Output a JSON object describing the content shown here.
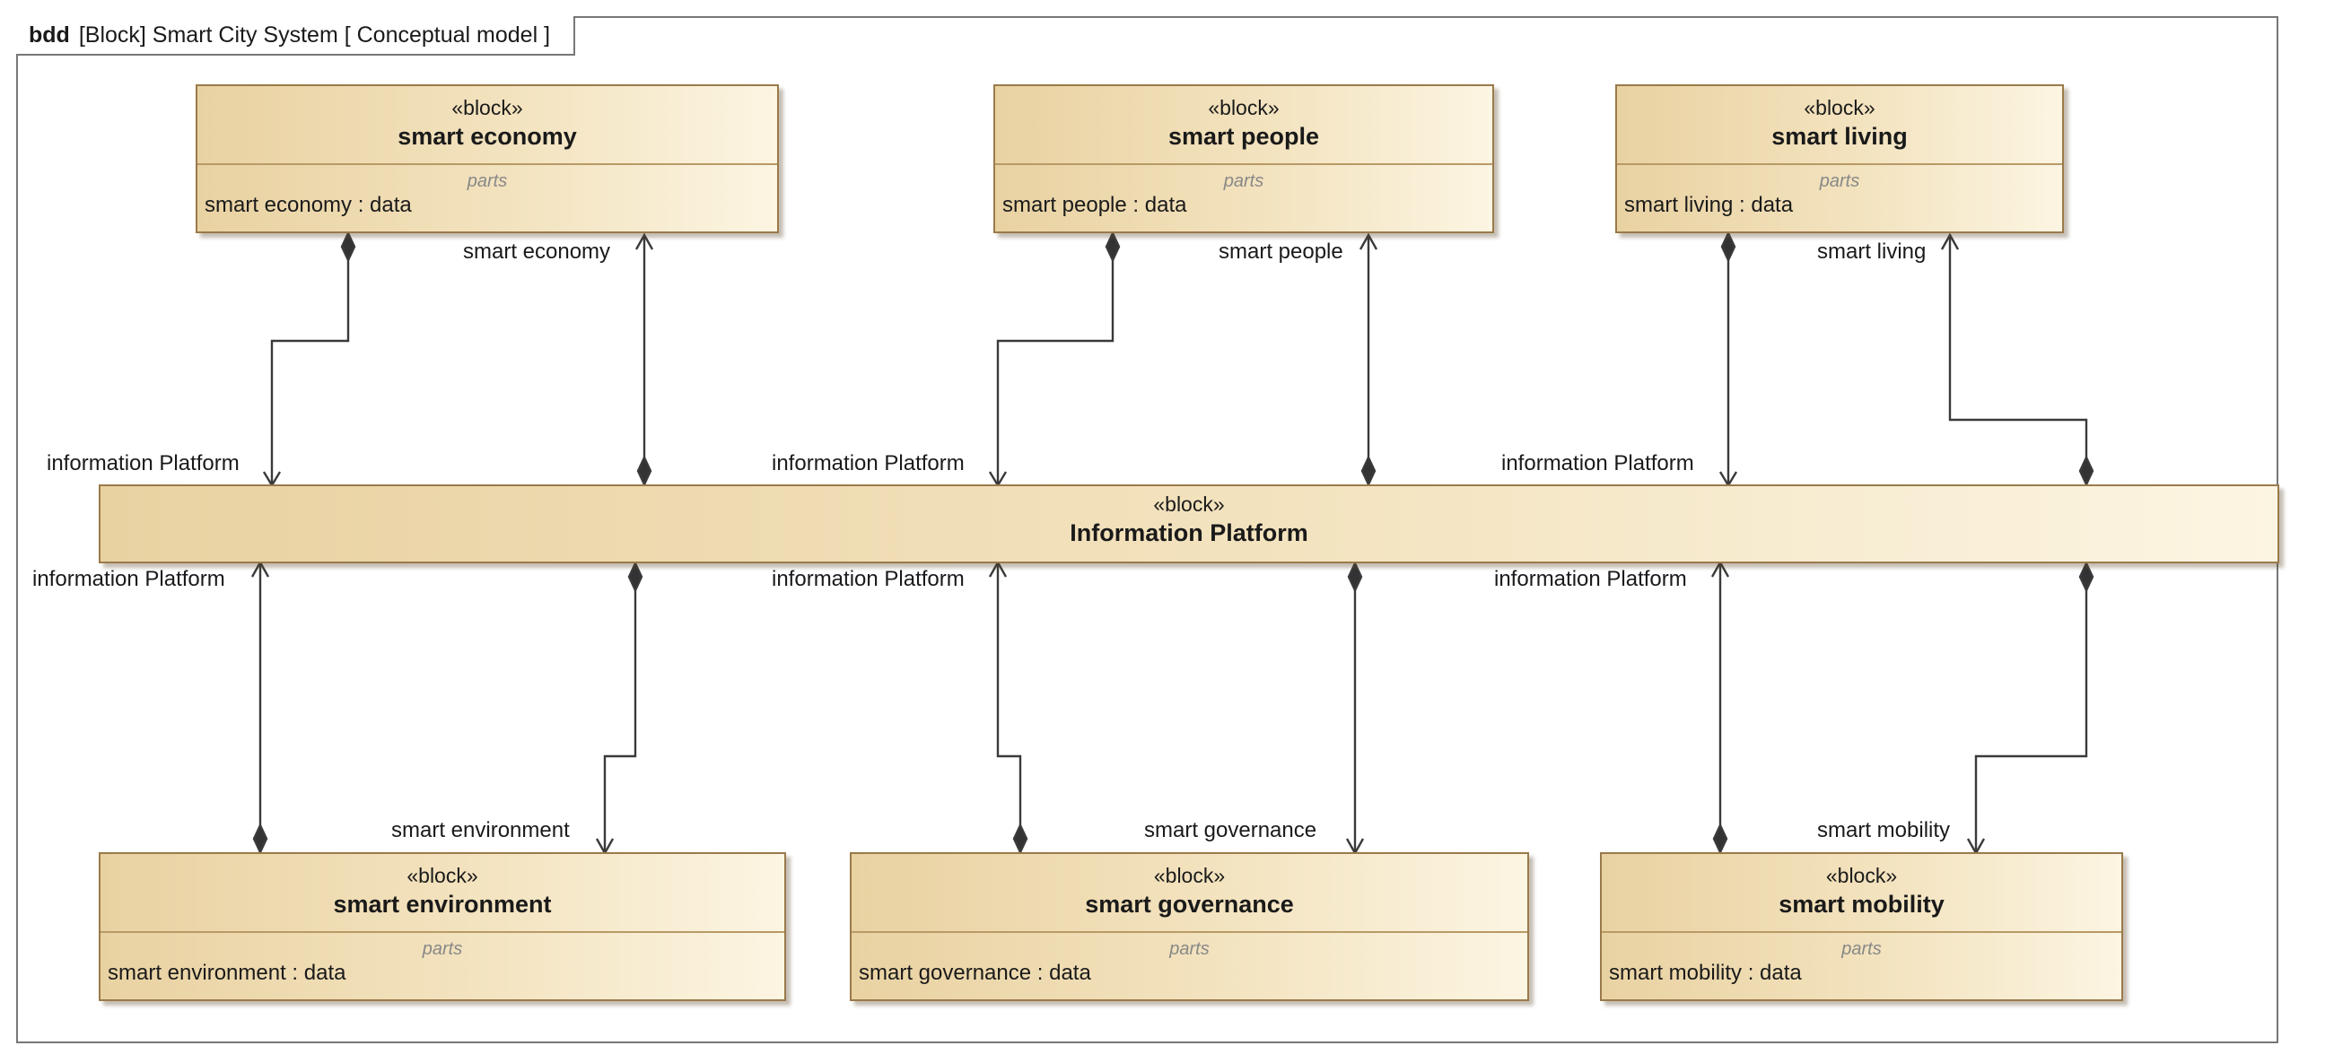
{
  "frame": {
    "kind": "bdd",
    "title": "[Block] Smart City System [ Conceptual model ]"
  },
  "stereotype": "«block»",
  "compartment_title": "parts",
  "blocks": {
    "economy": {
      "name": "smart economy",
      "part": "smart economy : data"
    },
    "people": {
      "name": "smart people",
      "part": "smart people : data"
    },
    "living": {
      "name": "smart living",
      "part": "smart living : data"
    },
    "platform": {
      "name": "Information Platform"
    },
    "environment": {
      "name": "smart environment",
      "part": "smart environment : data"
    },
    "governance": {
      "name": "smart governance",
      "part": "smart governance : data"
    },
    "mobility": {
      "name": "smart mobility",
      "part": "smart mobility : data"
    }
  },
  "edge_labels": {
    "ip_top_1": "information Platform",
    "ip_top_2": "information Platform",
    "ip_top_3": "information Platform",
    "ip_bottom_1": "information Platform",
    "ip_bottom_2": "information Platform",
    "ip_bottom_3": "information Platform",
    "economy": "smart economy",
    "people": "smart people",
    "living": "smart living",
    "environment": "smart environment",
    "governance": "smart governance",
    "mobility": "smart mobility"
  }
}
